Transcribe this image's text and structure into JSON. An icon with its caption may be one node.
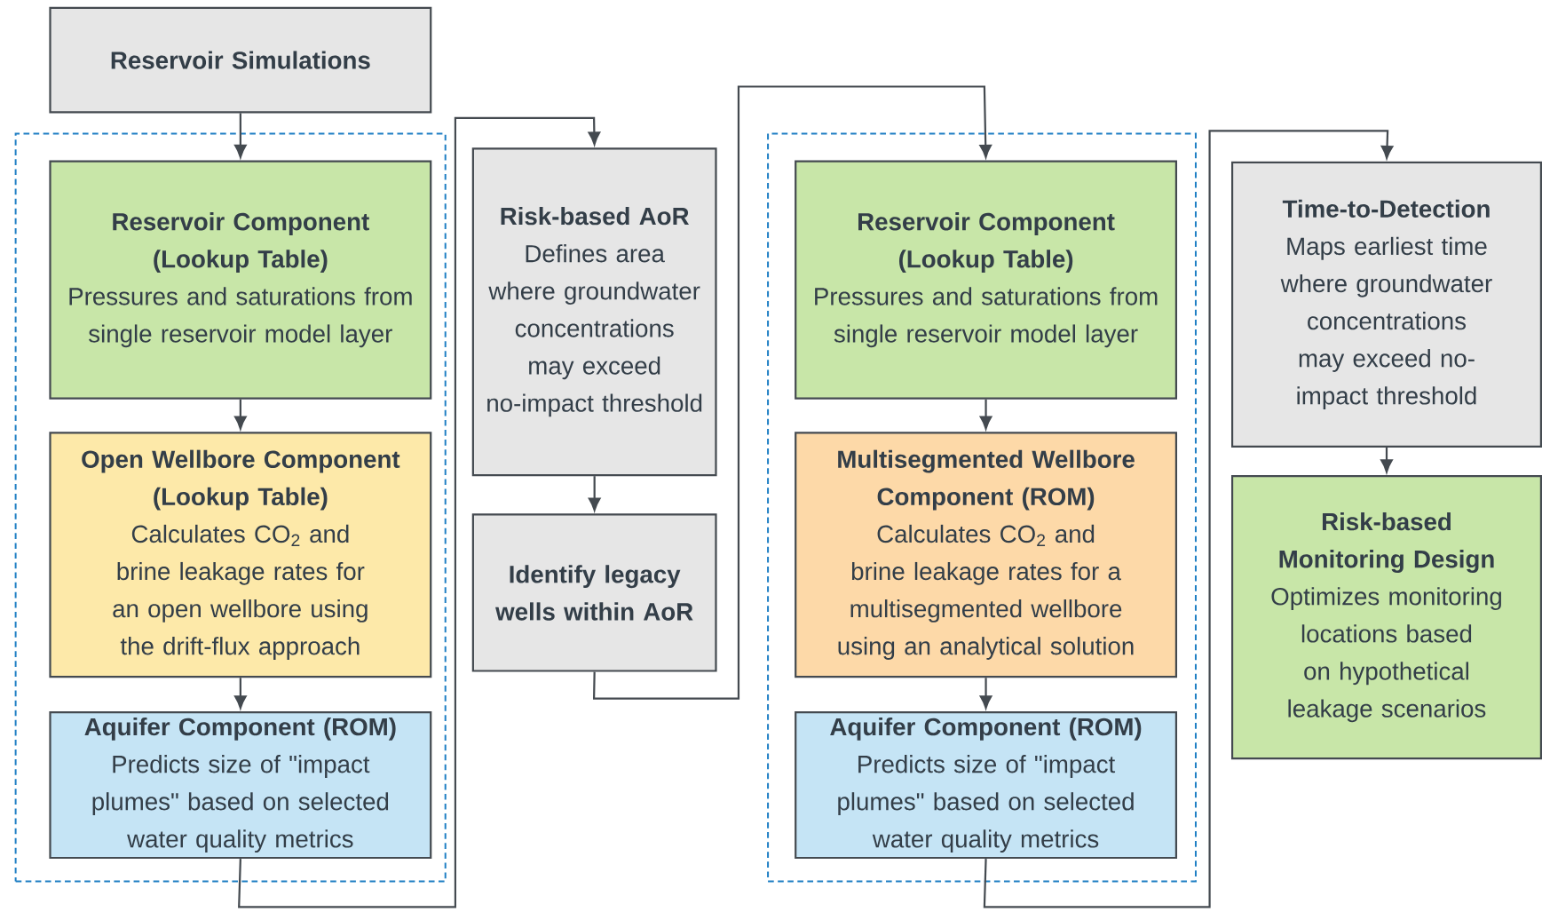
{
  "diagram": {
    "nodes": [
      {
        "text": [
          "Reservoir Simulations"
        ]
      },
      {
        "text": [],
        "shape": "box"
      },
      {
        "text": [
          "Reservoir Component (Lookup Table)",
          "Pressures and saturations from single reservoir model layer"
        ],
        "in": 1
      },
      {
        "text": [
          "Open Wellbore Component (Lookup Table)",
          "Calculates CO$_{2}$ and brine leakage rates for an open wellbore using the drift-flux approach"
        ],
        "in": 1
      },
      {
        "text": [
          "Aquifer Component (ROM)",
          "Predicts size of \"impact plumes\" based on selected water quality metrics"
        ],
        "in": 1
      },
      {
        "text": [
          "Risk-based AoR",
          "Defines area where groundwater concentrations may exceed no-impact threshold"
        ]
      },
      {
        "text": [
          "Identify legacy wells within AoR"
        ]
      },
      {
        "text": [],
        "shape": "box"
      },
      {
        "text": [
          "Reservoir Component (Lookup Table)",
          "Pressures and saturations from single reservoir model layer"
        ],
        "in": 7
      },
      {
        "text": [
          "Multisegmented Wellbore Component (ROM)",
          "Calculates CO$_{2}$ and brine leakage rates for a multisegmented wellbore using an analytical solution"
        ],
        "in": 7
      },
      {
        "text": [
          "Aquifer Component (ROM)",
          "Predicts size of \"impact plumes\" based on selected water quality metrics"
        ],
        "in": 7
      },
      {
        "text": [
          "Time-to-Detection",
          "Maps earliest time where groundwater concentrations may exceed no-impact threshold"
        ]
      },
      {
        "text": [
          "Risk-based Monitoring Design",
          "Optimizes monitoring locations based on hypothetical leakage scenarios"
        ]
      }
    ],
    "edges": [
      {
        "from": 0,
        "to": 2,
        "arrow": "to"
      },
      {
        "from": 2,
        "to": 3,
        "arrow": "to"
      },
      {
        "from": 3,
        "to": 4,
        "arrow": "to"
      },
      {
        "from": 4,
        "to": 5,
        "arrow": "to"
      },
      {
        "from": 5,
        "to": 6,
        "arrow": "to"
      },
      {
        "from": 6,
        "to": 8,
        "arrow": "to"
      },
      {
        "from": 8,
        "to": 9,
        "arrow": "to"
      },
      {
        "from": 9,
        "to": 10,
        "arrow": "to"
      },
      {
        "from": 10,
        "to": 11,
        "arrow": "to"
      },
      {
        "from": 11,
        "to": 12,
        "arrow": "to"
      }
    ]
  }
}
